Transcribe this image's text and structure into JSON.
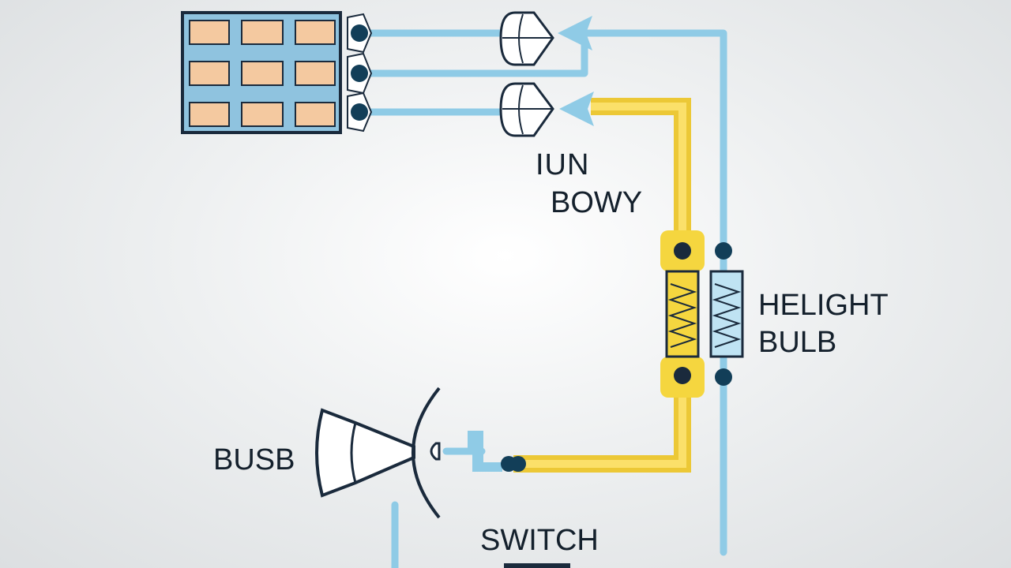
{
  "labels": {
    "top_1": "IUN",
    "top_2": "BOWY",
    "right_1": "HELIGHT",
    "right_2": "BULB",
    "left": "BUSB",
    "bottom": "SWITCH"
  },
  "colors": {
    "wire_blue": "#8fcbe6",
    "wire_yellow": "#f5d63f",
    "yellow_edge": "#ecc836",
    "outline": "#1a2a3c",
    "terminal": "#123e58",
    "cell_fill": "#f4c9a0",
    "panel_fill": "#8fc3df",
    "background": "#eceeef"
  },
  "icons": [
    "cell-panel-icon",
    "terminal-icon",
    "lamp-icon",
    "arrow-connector-icon",
    "resistor-icon",
    "bulb-icon",
    "switch-icon"
  ]
}
